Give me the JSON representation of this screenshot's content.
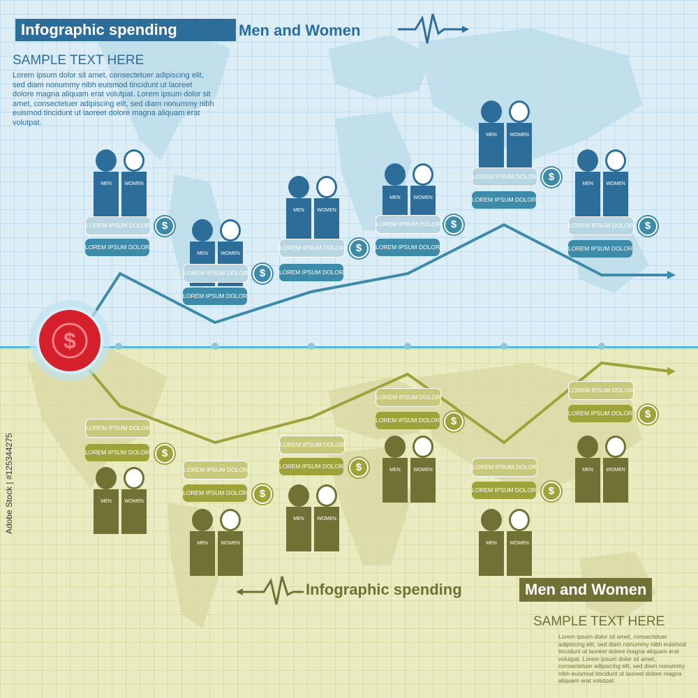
{
  "colors": {
    "blue": "#3d8ba8",
    "blue_dark": "#2d6d99",
    "green": "#9da33a",
    "green_dark": "#6f7135",
    "red": "#d4202a"
  },
  "top_title": {
    "part1": "Infographic  spending",
    "part2": "Men and Women"
  },
  "top_subhead": "SAMPLE TEXT HERE",
  "top_body": "Lorem ipsum dolor sit amet, consectetuer adipiscing elit, sed diam nonummy nibh euismod tincidunt ut laoreet dolore magna aliquam erat volutpat. Lorem ipsum dolor sit amet, consectetuer adipiscing elit, sed diam nonummy nibh euismod tincidunt ut laoreet dolore magna aliquam erat volutpat.",
  "bottom_title": {
    "part1": "Infographic  spending",
    "part2": "Men and Women"
  },
  "bottom_subhead": "SAMPLE TEXT HERE",
  "bottom_body": "Lorem ipsum dolor sit amet, consectetuer adipiscing elit, sed diam nonummy nibh euismod tincidunt ut laoreet dolore magna aliquam erat volutpat. Lorem ipsum dolor sit amet, consectetuer adipiscing elit, sed diam nonummy nibh euismod tincidunt ut laoreet dolore magna aliquam erat volutpat.",
  "pill_label": "LOREM IPSUM DOLOR",
  "men_label": "MEN",
  "women_label": "WOMEN",
  "coin_symbol": "$",
  "watermark": "Adobe Stock | #125344275",
  "icons": [
    "dollar-coin-icon",
    "men-icon",
    "women-icon",
    "heartbeat-arrow-icon"
  ]
}
